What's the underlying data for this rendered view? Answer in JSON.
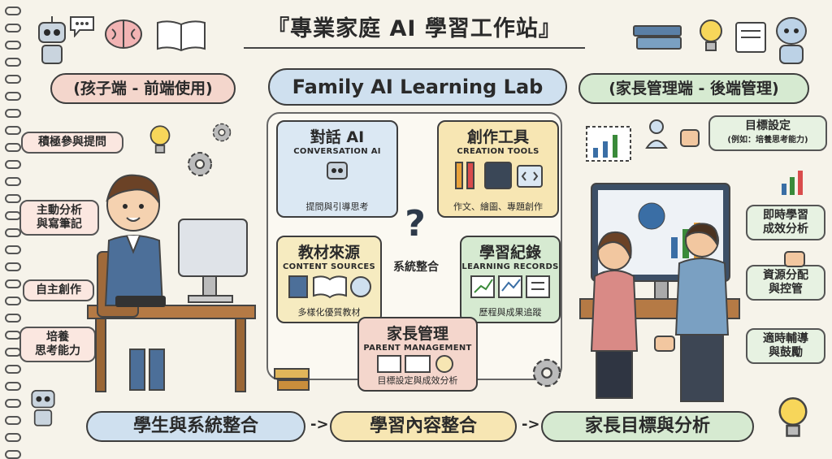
{
  "title": "『專業家庭 AI 學習工作站』",
  "header": {
    "left_label": "(孩子端 - 前端使用)",
    "center_label": "Family AI Learning Lab",
    "right_label": "(家長管理端 - 後端管理)"
  },
  "left_notes": [
    "積極參與提問",
    "主動分析\n與寫筆記",
    "自主創作",
    "培養\n思考能力"
  ],
  "right_notes": [
    "即時學習\n成效分析",
    "資源分配\n與控管",
    "適時輔導\n與鼓勵"
  ],
  "goal_note": {
    "title": "目標設定",
    "detail": "(例如：培養思考能力)"
  },
  "cards": {
    "conversation": {
      "title": "對話 AI",
      "subtitle": "CONVERSATION AI",
      "desc": "提問與引導思考"
    },
    "tools": {
      "title": "創作工具",
      "subtitle": "CREATION TOOLS",
      "desc": "作文、繪圖、專題創作"
    },
    "sources": {
      "title": "教材來源",
      "subtitle": "CONTENT SOURCES",
      "desc": "多樣化優質教材"
    },
    "records": {
      "title": "學習紀錄",
      "subtitle": "LEARNING RECORDS",
      "desc": "歷程與成果追蹤"
    },
    "parent": {
      "title": "家長管理",
      "subtitle": "PARENT MANAGEMENT",
      "desc": "目標設定與成效分析"
    }
  },
  "center": {
    "mark": "?",
    "label": "系統整合"
  },
  "flow": {
    "step1": "學生與系統整合",
    "step2": "學習內容整合",
    "step3": "家長目標與分析",
    "arrow1": "->",
    "arrow2": "->"
  },
  "colors": {
    "blue": "#cfe0ef",
    "yellow": "#f7e6b3",
    "green": "#d6ead1",
    "red": "#f4d6cc"
  }
}
